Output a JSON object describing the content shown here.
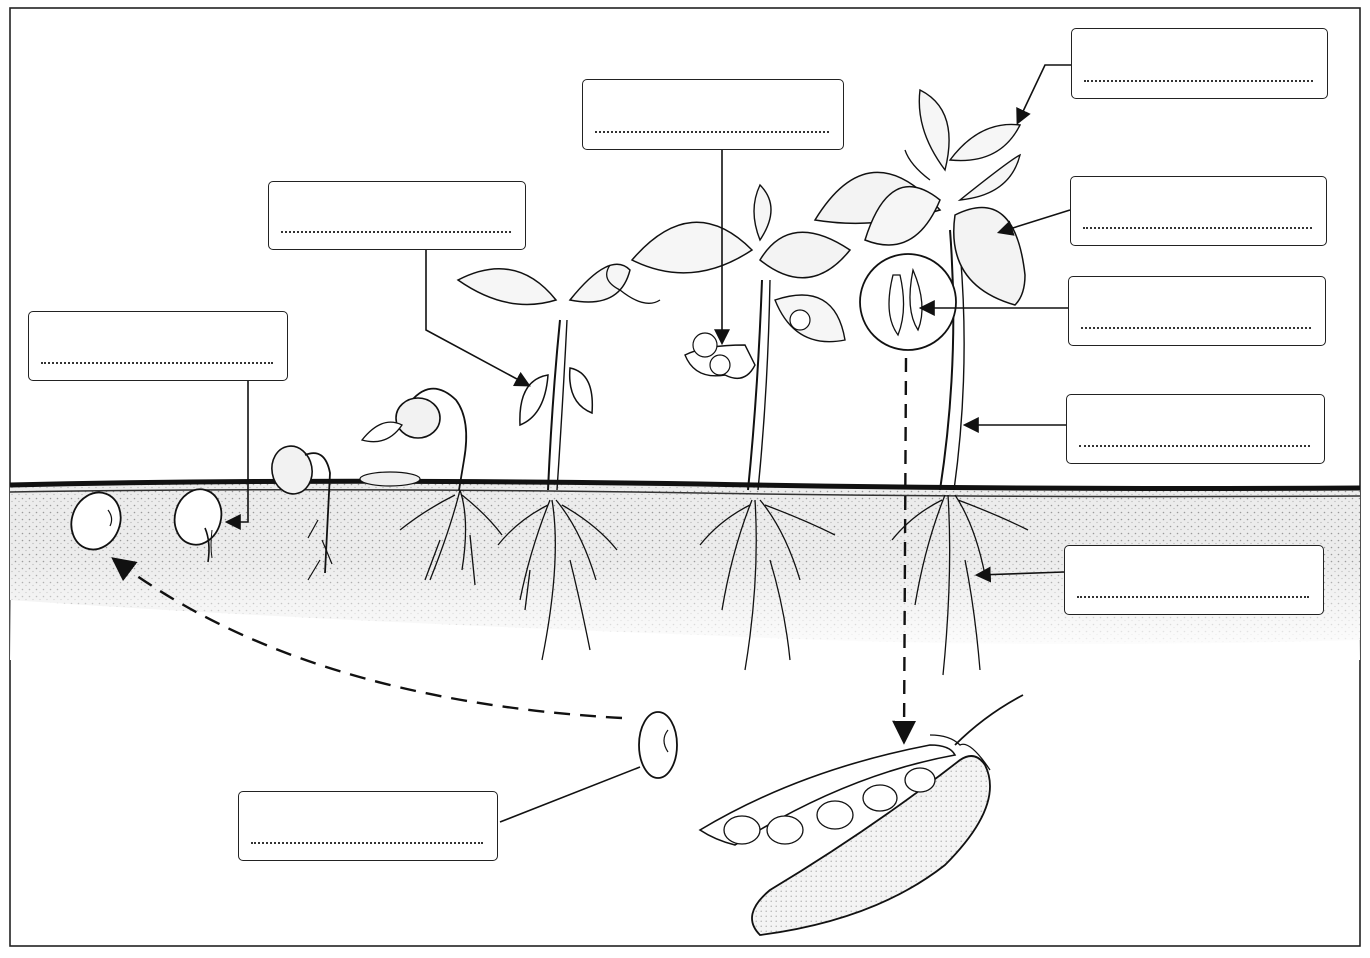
{
  "diagram": {
    "type": "bean-plant-life-cycle",
    "colors": {
      "ink": "#1a1a1a",
      "soil": "#d8d8d8",
      "paper": "#ffffff"
    },
    "label_boxes": [
      {
        "id": "germinated-seed-label",
        "text": ""
      },
      {
        "id": "seed-leaves-label",
        "text": ""
      },
      {
        "id": "flower-label",
        "text": ""
      },
      {
        "id": "leaves-top-label",
        "text": ""
      },
      {
        "id": "leaf-label",
        "text": ""
      },
      {
        "id": "pods-label",
        "text": ""
      },
      {
        "id": "stem-label",
        "text": ""
      },
      {
        "id": "roots-label",
        "text": ""
      },
      {
        "id": "seed-label",
        "text": ""
      }
    ]
  }
}
